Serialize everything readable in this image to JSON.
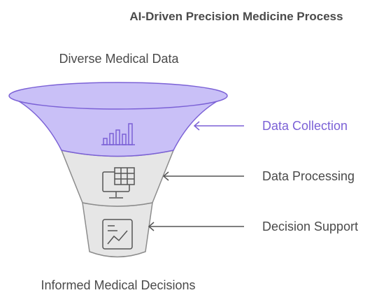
{
  "diagram": {
    "title": "AI-Driven Precision Medicine Process",
    "input_label": "Diverse Medical Data",
    "output_label": "Informed Medical Decisions",
    "stages": [
      {
        "label": "Data Collection",
        "icon": "bar-chart-icon",
        "active": true
      },
      {
        "label": "Data Processing",
        "icon": "computer-data-icon",
        "active": false
      },
      {
        "label": "Decision Support",
        "icon": "line-chart-icon",
        "active": false
      }
    ],
    "colors": {
      "accent": "#7b61d6",
      "accent_fill": "#c9c0f7",
      "funnel_gray": "#e6e6e6",
      "funnel_stroke": "#8c8c8c",
      "text": "#4a4a4a"
    }
  }
}
